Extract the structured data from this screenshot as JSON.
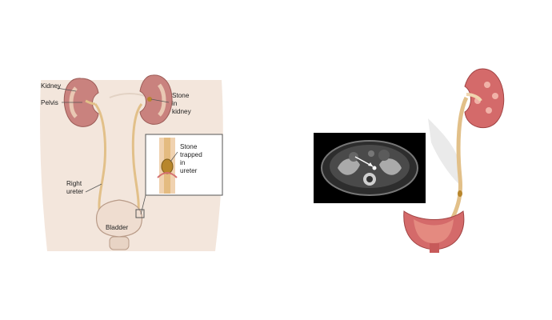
{
  "left_diagram": {
    "labels": {
      "kidney": "Kidney",
      "pelvis": "Pelvis",
      "stone_in_kidney": [
        "Stone",
        "in",
        "kidney"
      ],
      "right_ureter": [
        "Right",
        "ureter"
      ],
      "bladder": "Bladder",
      "stone_trapped": [
        "Stone",
        "trapped",
        "in",
        "ureter"
      ]
    }
  },
  "colors": {
    "skin": "#f3e6dc",
    "kidney_tissue": "#c9827e",
    "ureter": "#e2c089",
    "stone": "#b8862c",
    "bladder_pink": "#d46a6a",
    "ct_background": "#000000"
  },
  "icons": [
    "kidney-icon",
    "stone-icon",
    "ct-scan-image",
    "bladder-icon"
  ]
}
